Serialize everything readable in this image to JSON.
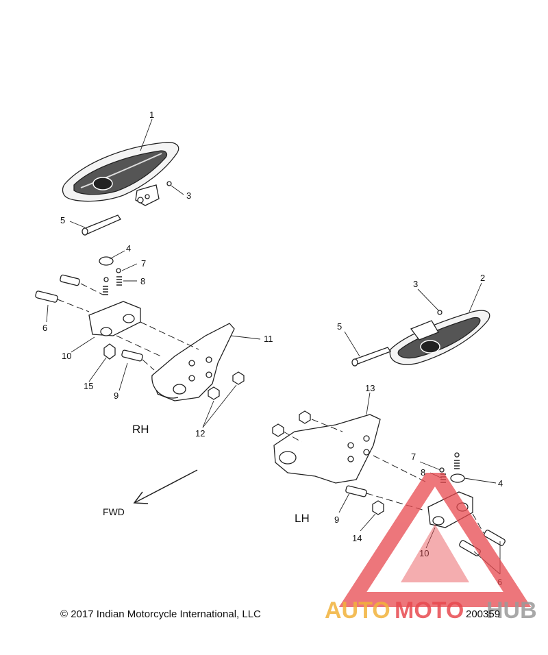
{
  "callouts": {
    "c1": "1",
    "c2": "2",
    "c3a": "3",
    "c3b": "3",
    "c4a": "4",
    "c4b": "4",
    "c5a": "5",
    "c5b": "5",
    "c6a": "6",
    "c6b": "6",
    "c7a": "7",
    "c7b": "7",
    "c8a": "8",
    "c8b": "8",
    "c9a": "9",
    "c9b": "9",
    "c10a": "10",
    "c10b": "10",
    "c11": "11",
    "c12": "12",
    "c13": "13",
    "c14": "14",
    "c15": "15"
  },
  "labels": {
    "rh": "RH",
    "lh": "LH",
    "fwd": "FWD"
  },
  "footer": {
    "copyright": "© 2017 Indian Motorcycle International, LLC",
    "drawing_number": "200359"
  },
  "watermark": {
    "auto": "AUTO",
    "moto": "MOTO",
    "hub": "HUB",
    "accent": "#e8494f",
    "gold": "#f2b23a",
    "grey": "#9a9a9a"
  }
}
